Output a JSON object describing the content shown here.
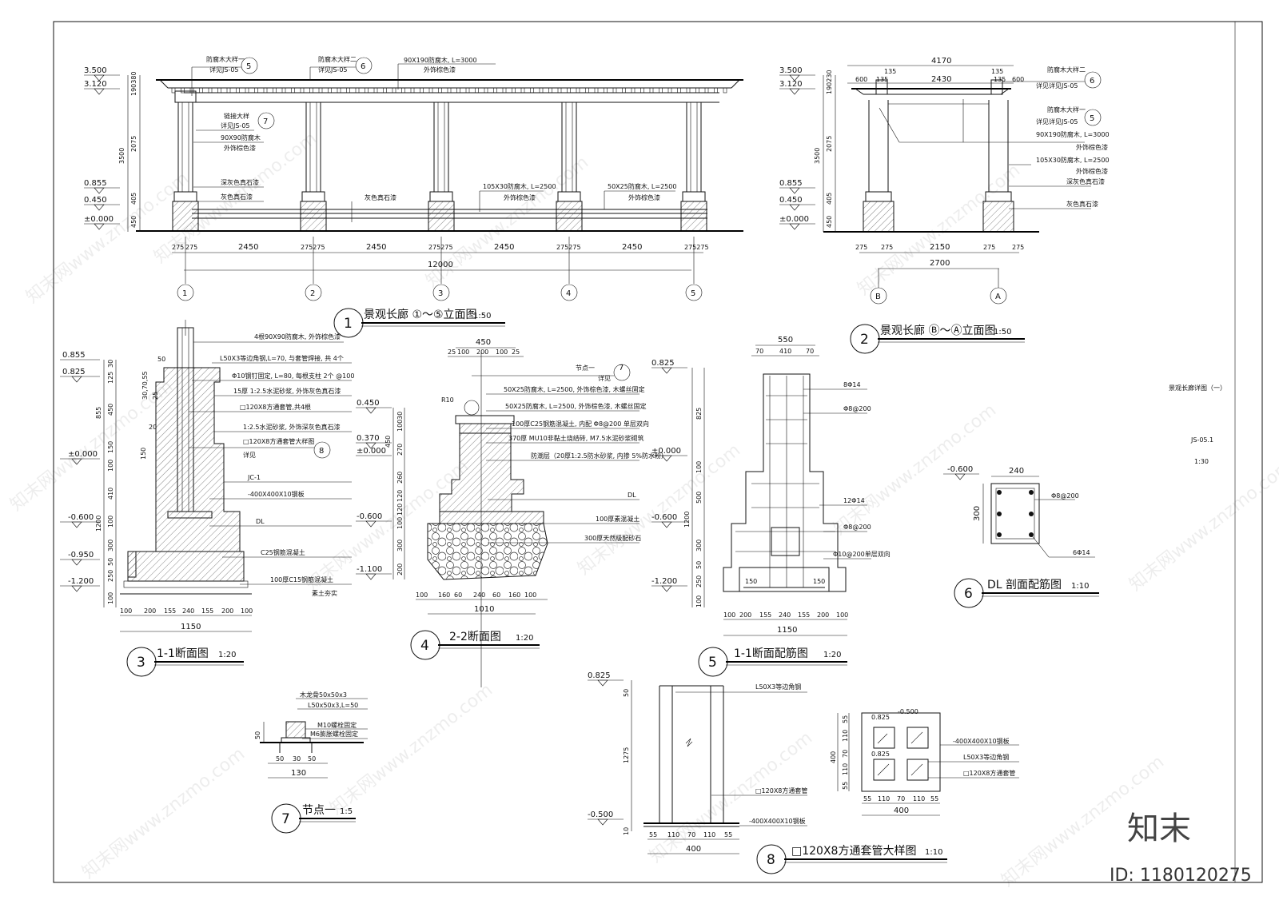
{
  "drawing": {
    "sheet_title": "景观长廊详图（一）",
    "sheet_code": "JS-05.1",
    "sheet_scale": "1:30",
    "logo_text": "知末",
    "id_text": "ID: 1180120275",
    "watermark": "知末网www.znzmo.com"
  },
  "views": {
    "v1": {
      "num": "1",
      "title": "景观长廊 ①～⑤立面图",
      "scale": "1:50"
    },
    "v2": {
      "num": "2",
      "title": "景观长廊 Ⓑ～Ⓐ立面图",
      "scale": "1:50"
    },
    "v3": {
      "num": "3",
      "title": "1-1断面图",
      "scale": "1:20"
    },
    "v4": {
      "num": "4",
      "title": "2-2断面图",
      "scale": "1:20"
    },
    "v5": {
      "num": "5",
      "title": "1-1断面配筋图",
      "scale": "1:20"
    },
    "v6": {
      "num": "6",
      "title": "DL 剖面配筋图",
      "scale": "1:10"
    },
    "v7": {
      "num": "7",
      "title": "节点一",
      "scale": "1:5"
    },
    "v8": {
      "num": "8",
      "title": "□120X8方通套管大样图",
      "scale": "1:10"
    }
  },
  "elev1": {
    "levels": [
      "3.500",
      "3.120",
      "0.855",
      "0.450",
      "±0.000"
    ],
    "vdims": [
      "190380",
      "2075",
      "405",
      "450",
      "3500"
    ],
    "hdims": [
      "275",
      "275",
      "2450",
      "275275",
      "2450",
      "275275",
      "2450",
      "275275",
      "2450",
      "275275"
    ],
    "total": "12000",
    "axes": [
      "1",
      "2",
      "3",
      "4",
      "5"
    ],
    "notes": {
      "n1": "防腐木大样一",
      "n1b": "详见JS-05",
      "n1c": "5",
      "n2": "防腐木大样二",
      "n2b": "详见JS-05",
      "n2c": "6",
      "n3": "90X190防腐木, L=3000",
      "n3b": "外饰棕色漆",
      "n4": "链接大样",
      "n4b": "详见JS-05",
      "n4c": "7",
      "n5": "90X90防腐木",
      "n5b": "外饰棕色漆",
      "n6": "深灰色真石漆",
      "n7": "灰色真石漆",
      "n8": "灰色真石漆",
      "n9": "105X30防腐木, L=2500",
      "n9b": "外饰棕色漆",
      "n10": "50X25防腐木, L=2500",
      "n10b": "外饰棕色漆"
    }
  },
  "elev2": {
    "top": "4170",
    "d1": "600",
    "d2": "135",
    "d3": "135",
    "d4": "2430",
    "d5": "135",
    "d6": "135",
    "d7": "600",
    "levels": [
      "3.500",
      "3.120",
      "0.855",
      "0.450",
      "±0.000"
    ],
    "vdims": [
      "190230",
      "2075",
      "405",
      "450",
      "3500"
    ],
    "b1": "275",
    "b2": "275",
    "b3": "2150",
    "b4": "275",
    "b5": "275",
    "btotal": "2700",
    "axes": [
      "B",
      "A"
    ],
    "notes": {
      "n1": "防腐木大样二",
      "n1b": "详见详见JS-05",
      "n1c": "6",
      "n2": "防腐木大样一",
      "n2b": "详见详见JS-05",
      "n2c": "5",
      "n3": "90X190防腐木, L=3000",
      "n3b": "外饰棕色漆",
      "n4": "105X30防腐木, L=2500",
      "n4b": "外饰棕色漆",
      "n5": "深灰色真石漆",
      "n6": "灰色真石漆"
    }
  },
  "sec3": {
    "levels": [
      "0.855",
      "0.825",
      "±0.000",
      "-0.600",
      "-0.950",
      "-1.200"
    ],
    "vdims": [
      "30",
      "125",
      "855",
      "450",
      "150",
      "100",
      "410",
      "100",
      "1200",
      "300",
      "50",
      "250",
      "100"
    ],
    "small": [
      "50",
      "30,70,55",
      "25",
      "20",
      "150"
    ],
    "bottom": [
      "100",
      "200",
      "155",
      "240",
      "155",
      "200",
      "100"
    ],
    "total": "1150",
    "notes": {
      "a": "4根90X90防腐木, 外饰棕色漆",
      "b": "L50X3等边角钢,L=70, 与套管焊接, 共 4个",
      "c": "Φ10钢钉固定, L=80, 每根支柱 2个 @100",
      "d": "15厚 1:2.5水泥砂浆, 外饰灰色真石漆",
      "e": "□120X8方通套管,共4根",
      "f": "1:2.5水泥砂浆, 外饰深灰色真石漆",
      "g": "□120X8方通套管大样图",
      "g2": "详见",
      "gc": "8",
      "h": "JC-1",
      "i": "-400X400X10钢板",
      "j": "DL",
      "k": "C25钢筋混凝土",
      "l": "100厚C15钢筋混凝土",
      "m": "素土夯实"
    }
  },
  "sec4": {
    "top": "450",
    "topdims": [
      "25",
      "100",
      "200",
      "100",
      "25"
    ],
    "levels": [
      "0.450",
      "0.370",
      "±0.000",
      "-0.600",
      "-1.100"
    ],
    "vdims": [
      "30",
      "100",
      "450",
      "270",
      "260",
      "120",
      "120",
      "100",
      "300",
      "200"
    ],
    "r10": "R10",
    "bottom": [
      "100",
      "160",
      "60",
      "240",
      "60",
      "160",
      "100"
    ],
    "total": "1010",
    "notes": {
      "c1": "节点一",
      "c1b": "详见",
      "c1n": "7",
      "a": "50X25防腐木, L=2500, 外饰棕色漆, 木螺丝固定",
      "b": "50X25防腐木, L=2500, 外饰棕色漆, 木螺丝固定",
      "c": "100厚C25钢筋混凝土, 内配 Φ8@200 单层双向",
      "d": "370厚 MU10非黏土烧结砖, M7.5水泥砂浆砌筑",
      "e": "防潮层（20厚1:2.5防水砂浆, 内掺 5%防水粉）",
      "f": "DL",
      "g": "100厚素混凝土",
      "h": "300厚天然级配砂石"
    }
  },
  "sec5": {
    "top": "550",
    "topdims": [
      "70",
      "410",
      "70"
    ],
    "levels": [
      "0.825",
      "±0.000",
      "-0.600",
      "-1.200"
    ],
    "vdims": [
      "825",
      "100",
      "500",
      "1200",
      "300",
      "50",
      "250",
      "100"
    ],
    "bottom": [
      "100",
      "200",
      "155",
      "240",
      "155",
      "200",
      "100"
    ],
    "total": "1150",
    "notes": {
      "a": "8Φ14",
      "b": "Φ8@200",
      "c": "12Φ14",
      "d": "Φ8@200",
      "e": "Φ10@200单层双向",
      "f": "150",
      "g": "150"
    }
  },
  "sec6": {
    "level": "-0.600",
    "w": "240",
    "h": "300",
    "notes": {
      "a": "Φ8@200",
      "b": "6Φ14"
    }
  },
  "node7": {
    "notes": {
      "a": "木龙骨50x50x3",
      "b": "L50x50x3,L=50",
      "c": "M10螺栓固定",
      "d": "M6膨胀螺栓固定"
    },
    "h": "50",
    "dims": [
      "50",
      "30",
      "50"
    ],
    "total": "130"
  },
  "det8": {
    "levels": [
      "0.825",
      "-0.500"
    ],
    "vdims": [
      "50",
      "1275",
      "10"
    ],
    "bottom": [
      "55",
      "110",
      "70",
      "110",
      "55"
    ],
    "total": "400",
    "notes": {
      "a": "L50X3等边角钢",
      "b": "□120X8方通套管",
      "c": "-400X400X10钢板"
    },
    "plan_levels": [
      "0.825",
      "-0.500"
    ],
    "plan_vdims": [
      "55",
      "110",
      "70",
      "110",
      "55",
      "400"
    ],
    "plan_bottom": [
      "55",
      "110",
      "70",
      "110",
      "55"
    ],
    "plan_total": "400",
    "plan_notes": {
      "a": "-400X400X10钢板",
      "b": "L50X3等边角钢",
      "c": "□120X8方通套管",
      "d": "0.825"
    }
  }
}
